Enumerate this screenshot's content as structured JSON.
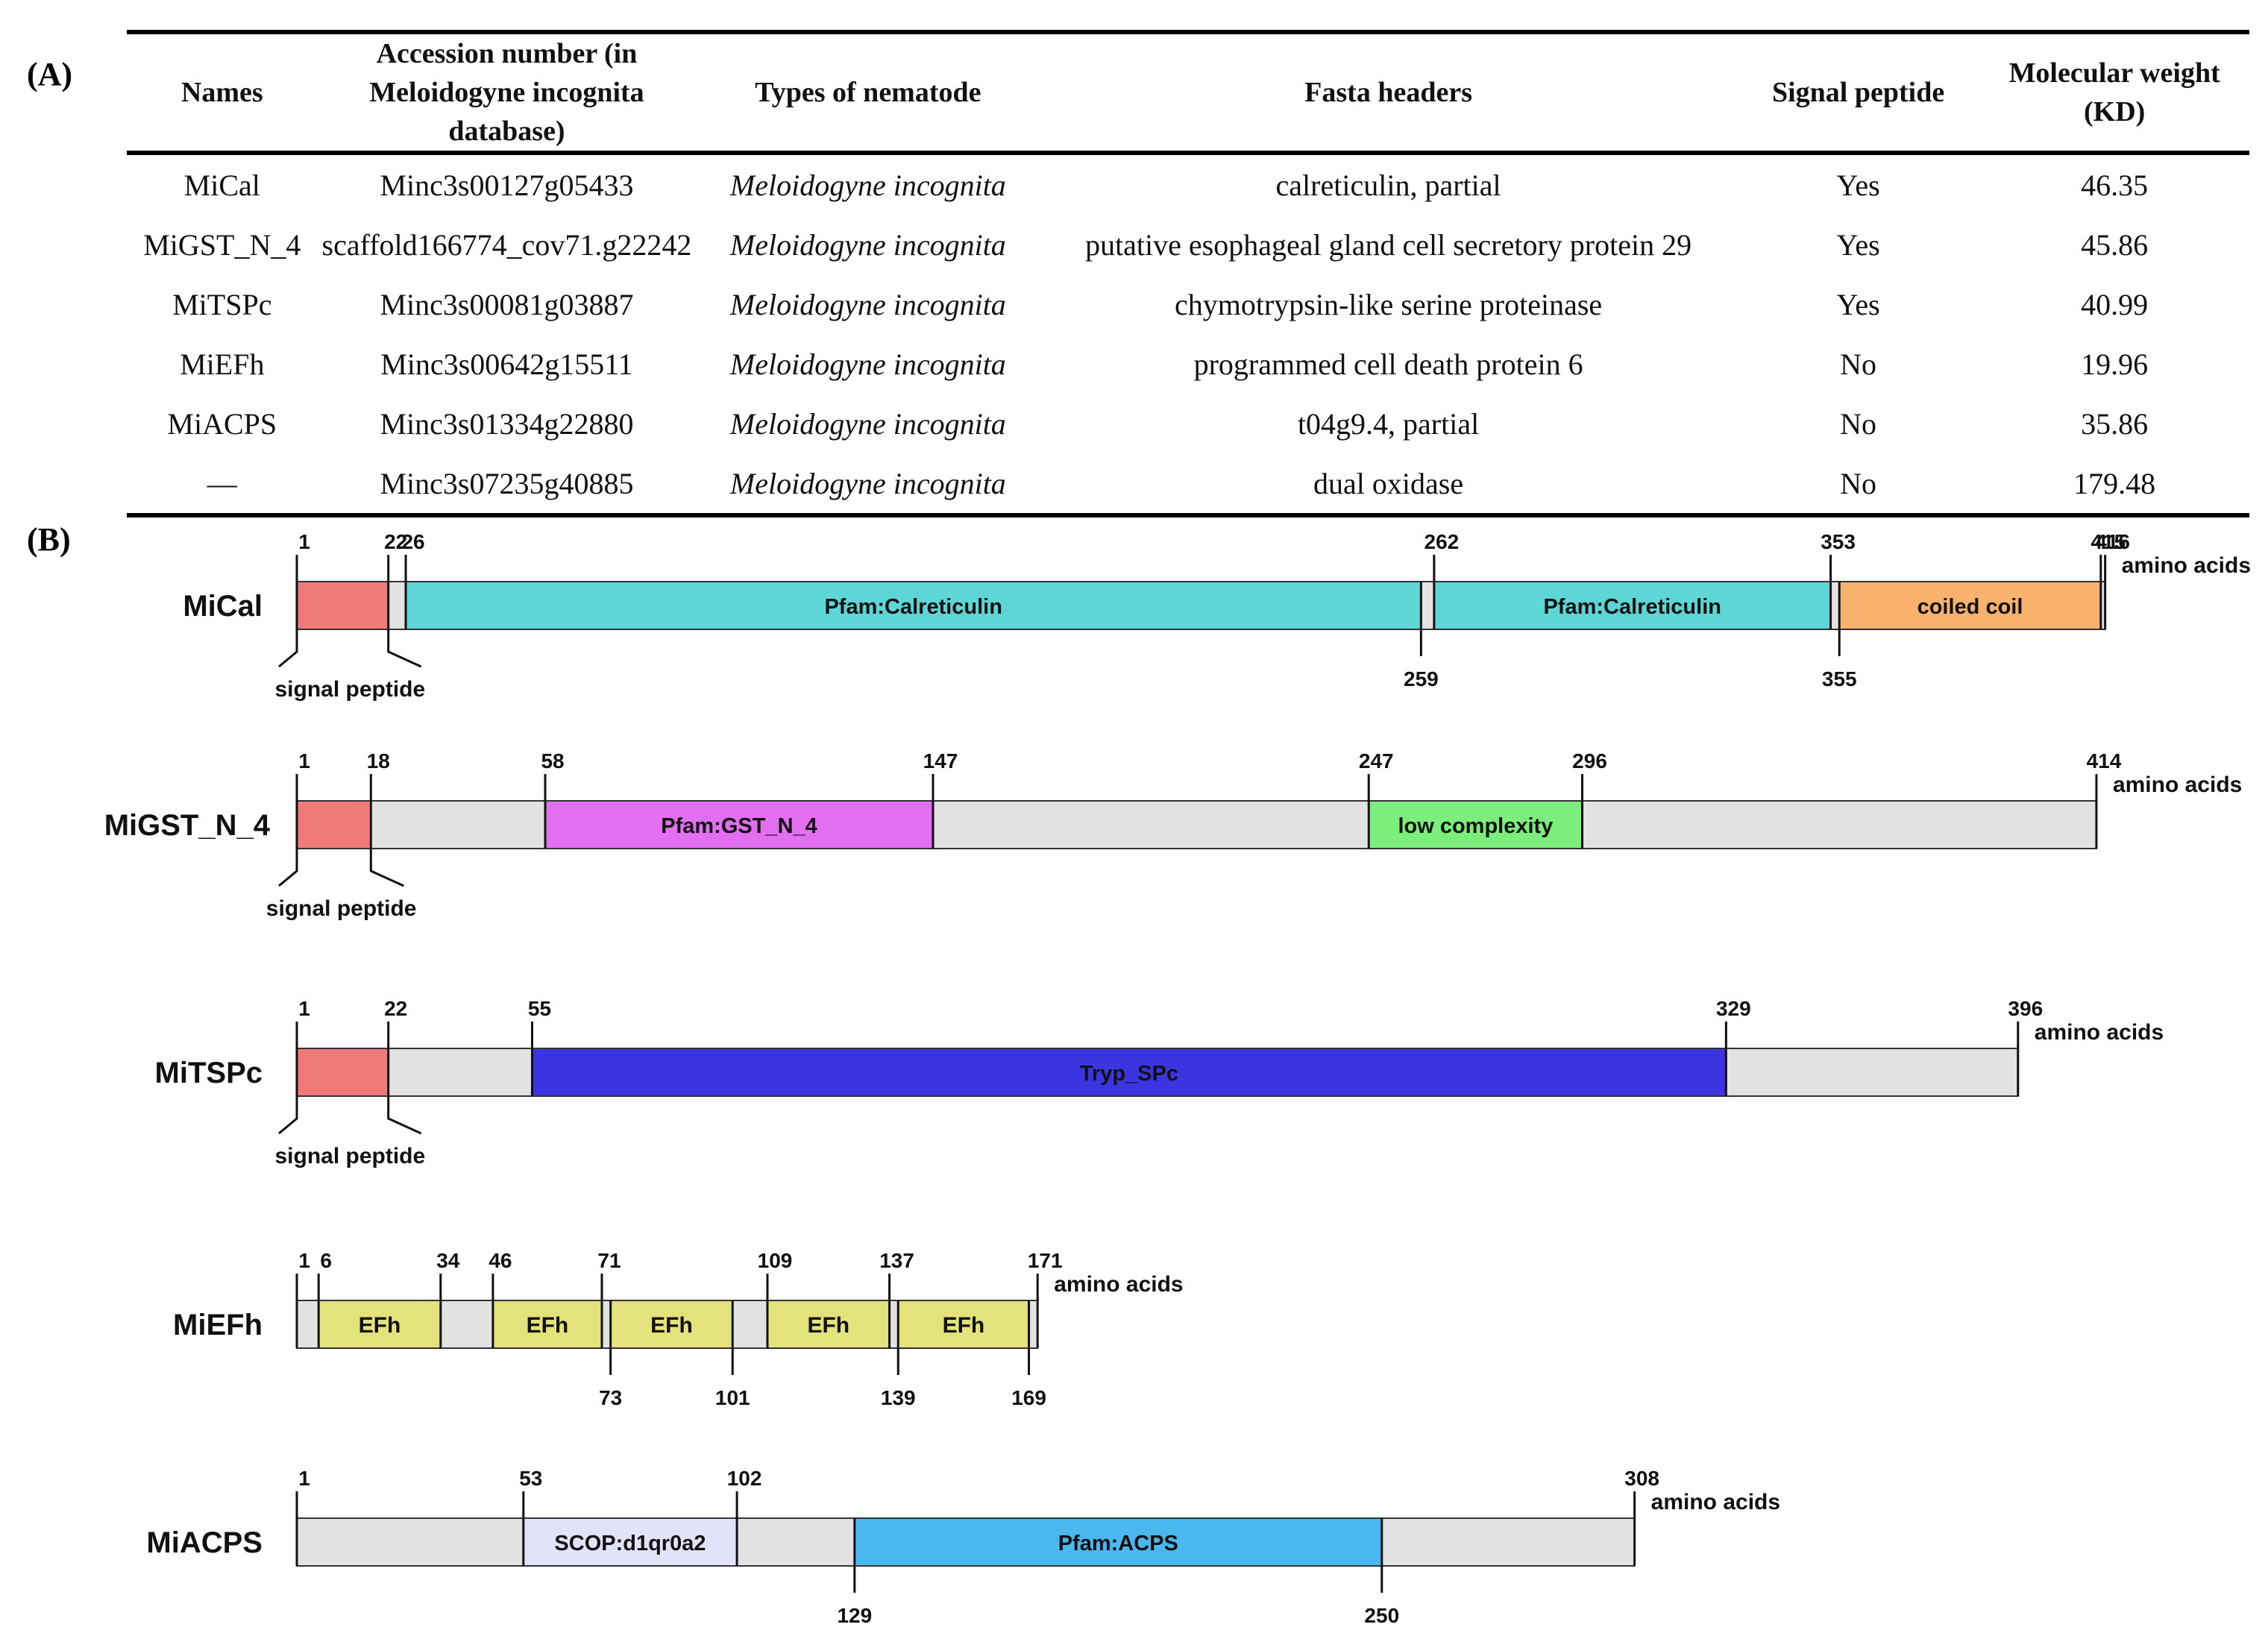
{
  "panel_a_label": "(A)",
  "panel_b_label": "(B)",
  "table": {
    "headers": [
      "Names",
      "Accession number (in Meloidogyne incognita database)",
      "Types of nematode",
      "Fasta headers",
      "Signal peptide",
      "Molecular weight (KD)"
    ],
    "rows": [
      [
        "MiCal",
        "Minc3s00127g05433",
        "Meloidogyne incognita",
        "calreticulin, partial",
        "Yes",
        "46.35"
      ],
      [
        "MiGST_N_4",
        "scaffold166774_cov71.g22242",
        "Meloidogyne incognita",
        "putative esophageal gland cell secretory protein 29",
        "Yes",
        "45.86"
      ],
      [
        "MiTSPc",
        "Minc3s00081g03887",
        "Meloidogyne incognita",
        "chymotrypsin-like serine proteinase",
        "Yes",
        "40.99"
      ],
      [
        "MiEFh",
        "Minc3s00642g15511",
        "Meloidogyne incognita",
        "programmed cell death protein 6",
        "No",
        "19.96"
      ],
      [
        "MiACPS",
        "Minc3s01334g22880",
        "Meloidogyne incognita",
        "t04g9.4, partial",
        "No",
        "35.86"
      ],
      [
        "—",
        "Minc3s07235g40885",
        "Meloidogyne incognita",
        "dual oxidase",
        "No",
        "179.48"
      ]
    ]
  },
  "diagram": {
    "unit_label": "amino acids",
    "signal_label": "signal peptide",
    "colors": {
      "backbone": "#e2e2e2",
      "signal": "#f07a7a",
      "calreticulin": "#5fd6d6",
      "coiled": "#f9b26e",
      "gst": "#e26ff0",
      "lowcomplex": "#7bee7b",
      "tryp": "#3a35e0",
      "efh": "#e4e27a",
      "scop": "#e2e2f8",
      "acps": "#49b8f0"
    },
    "proteins": [
      {
        "name": "MiCal",
        "length": 416,
        "signal": true,
        "domains": [
          {
            "start": 1,
            "end": 22,
            "type": "signal",
            "label": ""
          },
          {
            "start": 26,
            "end": 259,
            "type": "calreticulin",
            "label": "Pfam:Calreticulin"
          },
          {
            "start": 262,
            "end": 353,
            "type": "calreticulin",
            "label": "Pfam:Calreticulin"
          },
          {
            "start": 355,
            "end": 415,
            "type": "coiled",
            "label": "coiled coil"
          }
        ],
        "ticks_top": [
          "1",
          "22",
          "26",
          "262",
          "353",
          "415",
          "416"
        ],
        "ticks_bottom": [
          "259",
          "355"
        ]
      },
      {
        "name": "MiGST_N_4",
        "length": 414,
        "signal": true,
        "domains": [
          {
            "start": 1,
            "end": 18,
            "type": "signal",
            "label": ""
          },
          {
            "start": 58,
            "end": 147,
            "type": "gst",
            "label": "Pfam:GST_N_4"
          },
          {
            "start": 247,
            "end": 296,
            "type": "lowcomplex",
            "label": "low complexity"
          }
        ],
        "ticks_top": [
          "1",
          "18",
          "58",
          "147",
          "247",
          "296",
          "414"
        ],
        "ticks_bottom": []
      },
      {
        "name": "MiTSPc",
        "length": 396,
        "signal": true,
        "domains": [
          {
            "start": 1,
            "end": 22,
            "type": "signal",
            "label": ""
          },
          {
            "start": 55,
            "end": 329,
            "type": "tryp",
            "label": "Tryp_SPc"
          }
        ],
        "ticks_top": [
          "1",
          "22",
          "55",
          "329",
          "396"
        ],
        "ticks_bottom": []
      },
      {
        "name": "MiEFh",
        "length": 171,
        "signal": false,
        "domains": [
          {
            "start": 6,
            "end": 34,
            "type": "efh",
            "label": "EFh"
          },
          {
            "start": 46,
            "end": 71,
            "type": "efh",
            "label": "EFh"
          },
          {
            "start": 73,
            "end": 101,
            "type": "efh",
            "label": "EFh"
          },
          {
            "start": 109,
            "end": 137,
            "type": "efh",
            "label": "EFh"
          },
          {
            "start": 139,
            "end": 169,
            "type": "efh",
            "label": "EFh"
          }
        ],
        "ticks_top": [
          "1",
          "6",
          "34",
          "46",
          "71",
          "109",
          "137",
          "171"
        ],
        "ticks_bottom": [
          "73",
          "101",
          "139",
          "169"
        ]
      },
      {
        "name": "MiACPS",
        "length": 308,
        "signal": false,
        "domains": [
          {
            "start": 53,
            "end": 102,
            "type": "scop",
            "label": "SCOP:d1qr0a2"
          },
          {
            "start": 129,
            "end": 250,
            "type": "acps",
            "label": "Pfam:ACPS"
          }
        ],
        "ticks_top": [
          "1",
          "53",
          "102",
          "308"
        ],
        "ticks_bottom": [
          "129",
          "250"
        ]
      }
    ]
  }
}
